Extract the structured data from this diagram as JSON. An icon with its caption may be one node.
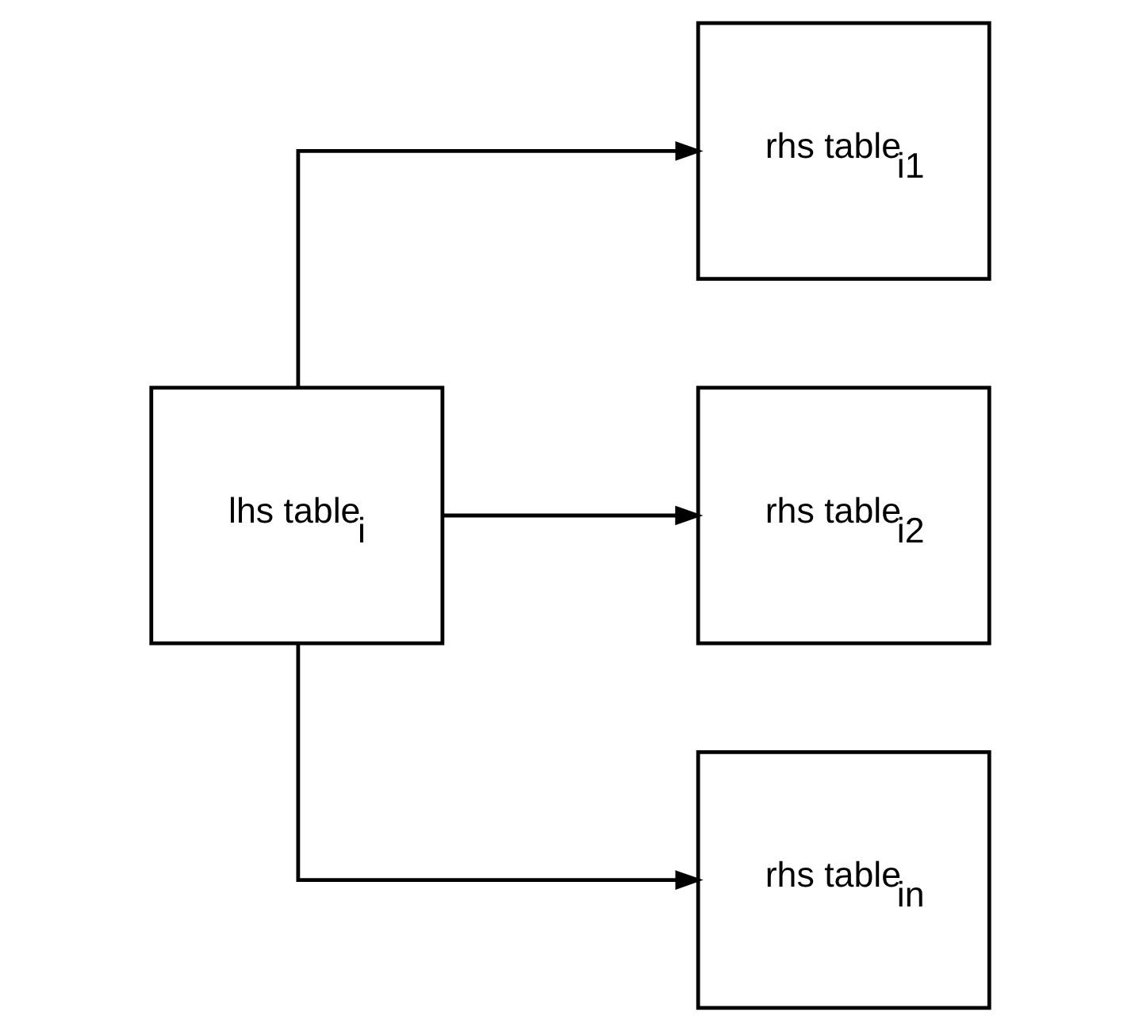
{
  "diagram": {
    "nodes": [
      {
        "text": [
          "lhs table$_{i}$"
        ]
      },
      {
        "text": [
          "rhs table$_{i1}$"
        ]
      },
      {
        "text": [
          "rhs table$_{i2}$"
        ]
      },
      {
        "text": [
          "rhs table$_{in}$"
        ]
      }
    ],
    "edges": [
      {
        "from": 0,
        "to": 1,
        "arrow": "to"
      },
      {
        "from": 0,
        "to": 2,
        "arrow": "to"
      },
      {
        "from": 0,
        "to": 3,
        "arrow": "to"
      }
    ]
  }
}
